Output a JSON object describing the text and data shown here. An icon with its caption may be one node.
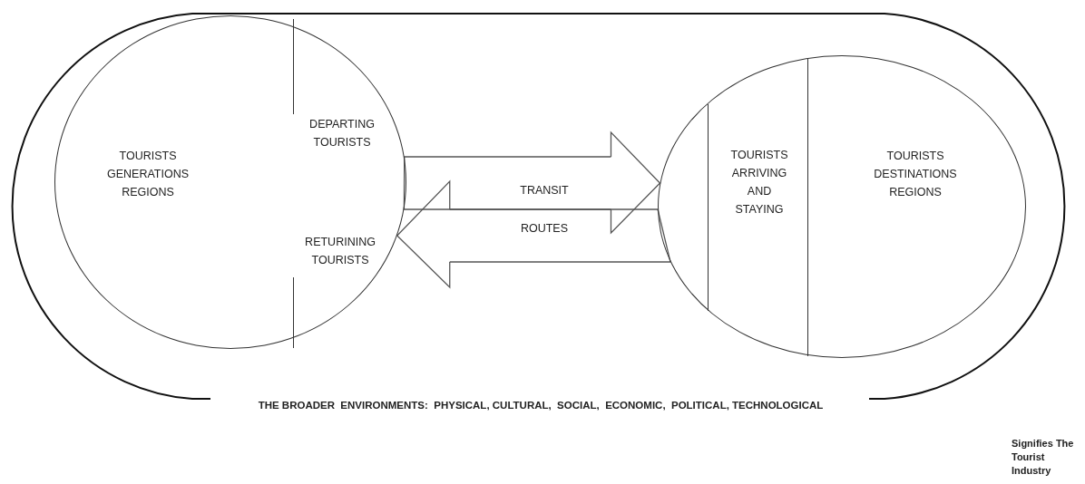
{
  "diagram": {
    "nodes": [
      {
        "text": [
          "THE BROADER  ENVIRONMENTS:  PHYSICAL, CULTURAL,  SOCIAL,  ECONOMIC,  POLITICAL, TECHNOLOGICAL"
        ]
      },
      {
        "text": [
          "TOURISTS GENERATIONS REGIONS",
          "DEPARTING TOURISTS",
          "RETURINING TOURISTS"
        ],
        "in": 0
      },
      {
        "text": [
          "TOURISTS ARRIVING AND STAYING",
          "TOURISTS DESTINATIONS REGIONS"
        ],
        "in": 0
      }
    ],
    "edges": [
      {
        "from": 1,
        "to": 2,
        "arrow": "to",
        "label": "TRANSIT"
      },
      {
        "from": 2,
        "to": 1,
        "arrow": "to",
        "label": "ROUTES"
      }
    ],
    "labels": [
      "Signifies The Tourist Industry"
    ]
  }
}
